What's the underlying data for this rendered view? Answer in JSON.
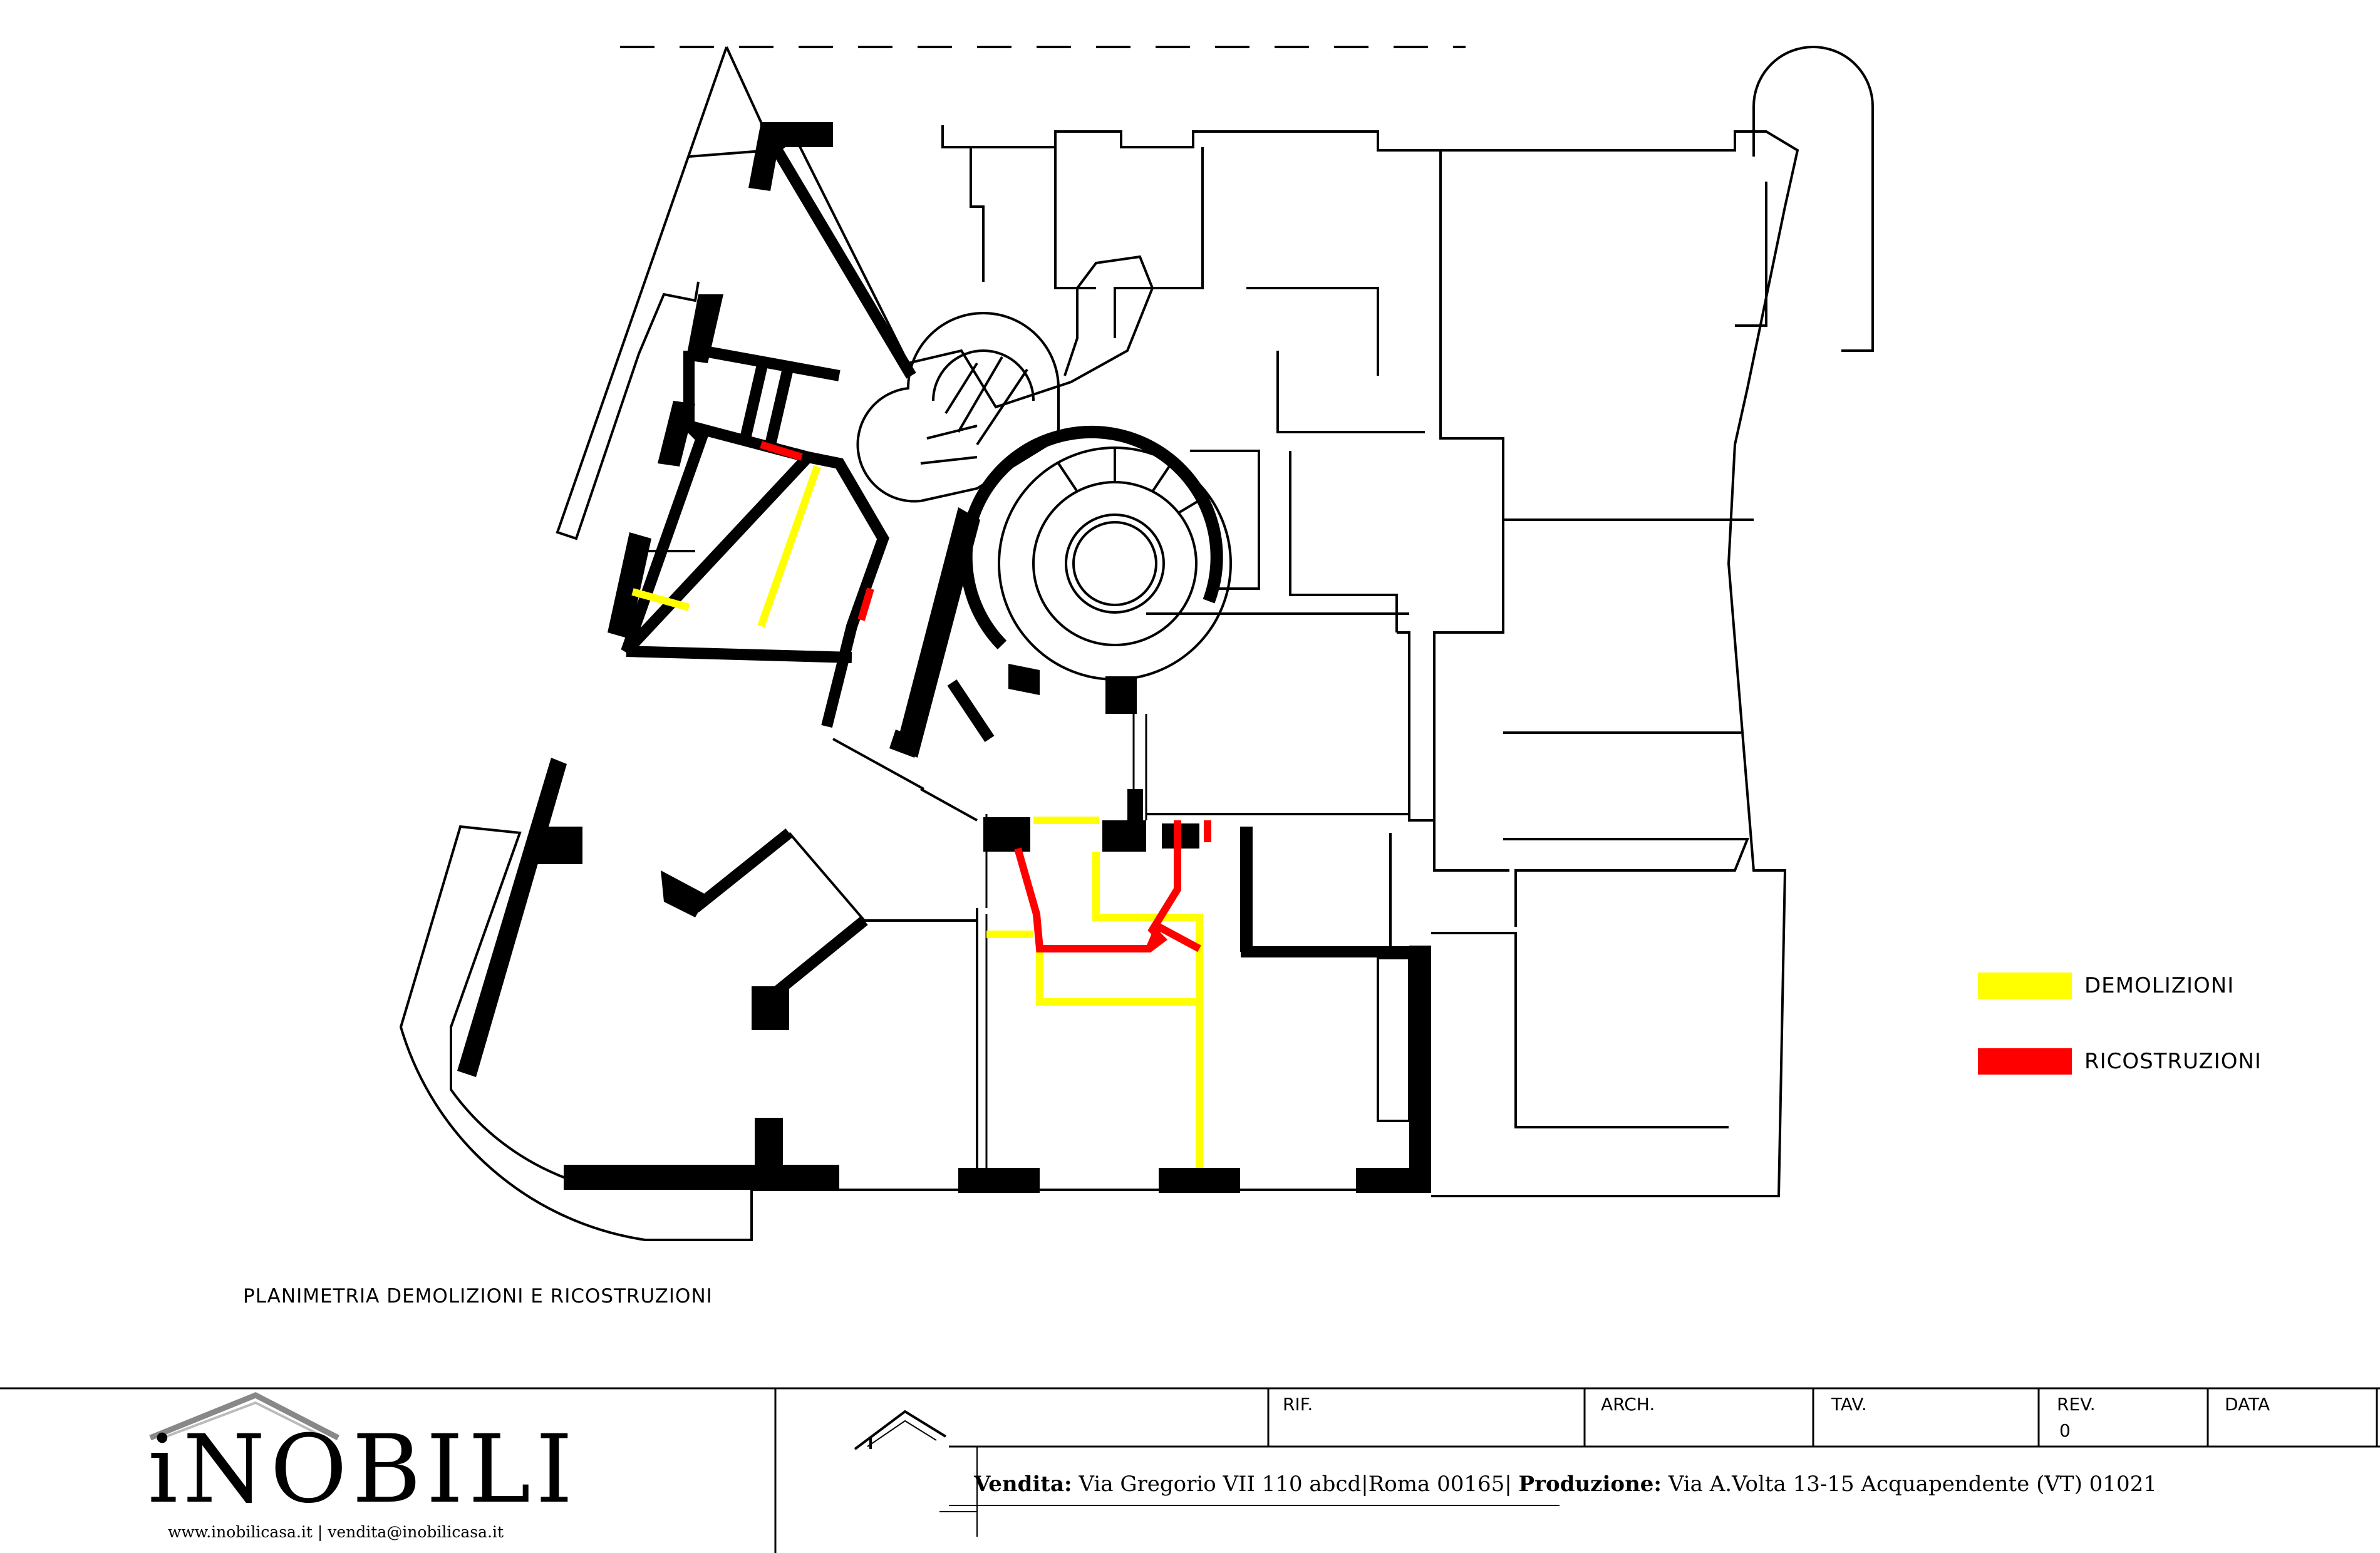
{
  "legend": {
    "items": [
      {
        "label": "DEMOLIZIONI",
        "color": "#ffff00"
      },
      {
        "label": "RICOSTRUZIONI",
        "color": "#ff0000"
      }
    ]
  },
  "plan_title": "PLANIMETRIA DEMOLIZIONI E RICOSTRUZIONI",
  "title_block": {
    "rif": "RIF.",
    "arch": "ARCH.",
    "tav": "TAV.",
    "rev": "REV.",
    "rev_value": "0",
    "data": "DATA",
    "vendita_label": "Vendita:",
    "vendita_address": "Via Gregorio VII 110 abcd|Roma 00165|",
    "produzione_label": "Produzione:",
    "produzione_address": "Via A.Volta 13-15 Acquapendente (VT) 01021"
  },
  "logo": {
    "wordmark": "iNOBILI",
    "contacts": "www.inobilicasa.it  |  vendita@inobilicasa.it"
  },
  "colors": {
    "walls": "#000000",
    "demolition": "#ffff00",
    "reconstruction": "#ff0000"
  }
}
